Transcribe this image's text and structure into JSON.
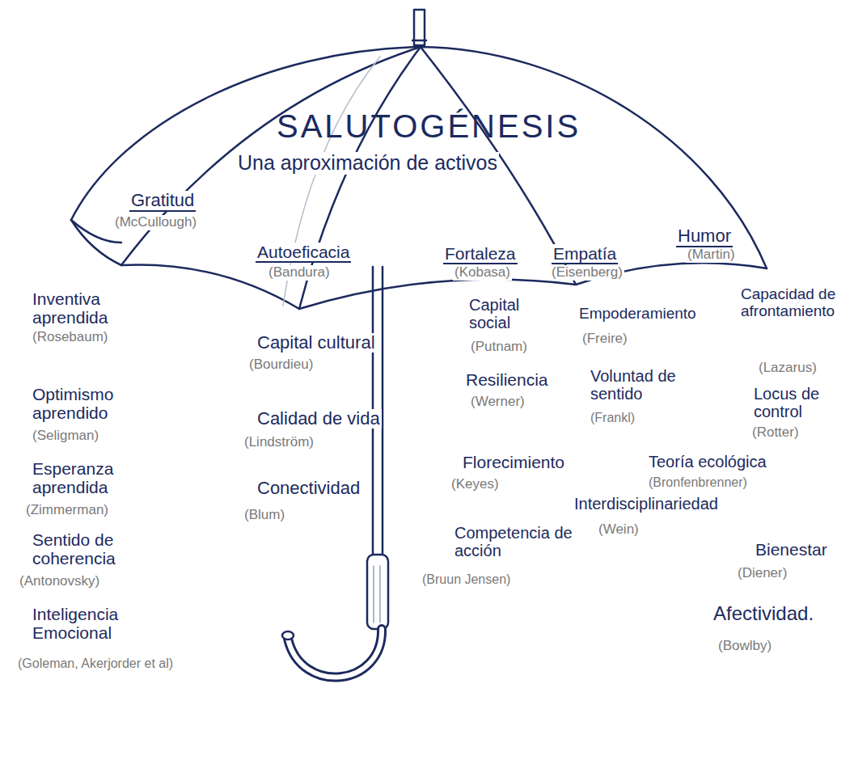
{
  "diagram": {
    "title": "SALUTOGÉNESIS",
    "labels": [
      "Una aproximación de activos",
      "Gratitud",
      "(McCullough)",
      "Autoeficacia",
      "(Bandura)",
      "Fortaleza",
      "(Kobasa)",
      "Empatía",
      "(Eisenberg)",
      "Humor",
      "(Martin)",
      "Inventiva aprendida",
      "(Rosebaum)",
      "Optimismo aprendido",
      "(Seligman)",
      "Esperanza aprendida",
      "(Zimmerman)",
      "Sentido de coherencia",
      "(Antonovsky)",
      "Inteligencia Emocional",
      "(Goleman, Akerjorder et al)",
      "Capital cultural",
      "(Bourdieu)",
      "Calidad de vida",
      "(Lindström)",
      "Conectividad",
      "(Blum)",
      "Capital social",
      "(Putnam)",
      "Resiliencia",
      "(Werner)",
      "Florecimiento",
      "(Keyes)",
      "Competencia de acción",
      "(Bruun Jensen)",
      "Empoderamiento",
      "(Freire)",
      "Voluntad de sentido",
      "(Frankl)",
      "Teoría ecológica",
      "(Bronfenbrenner)",
      "Interdisciplinariedad",
      "(Wein)",
      "Capacidad de afrontamiento",
      "(Lazarus)",
      "Locus de control",
      "(Rotter)",
      "Bienestar",
      "(Diener)",
      "Afectividad.",
      "(Bowlby)"
    ]
  }
}
